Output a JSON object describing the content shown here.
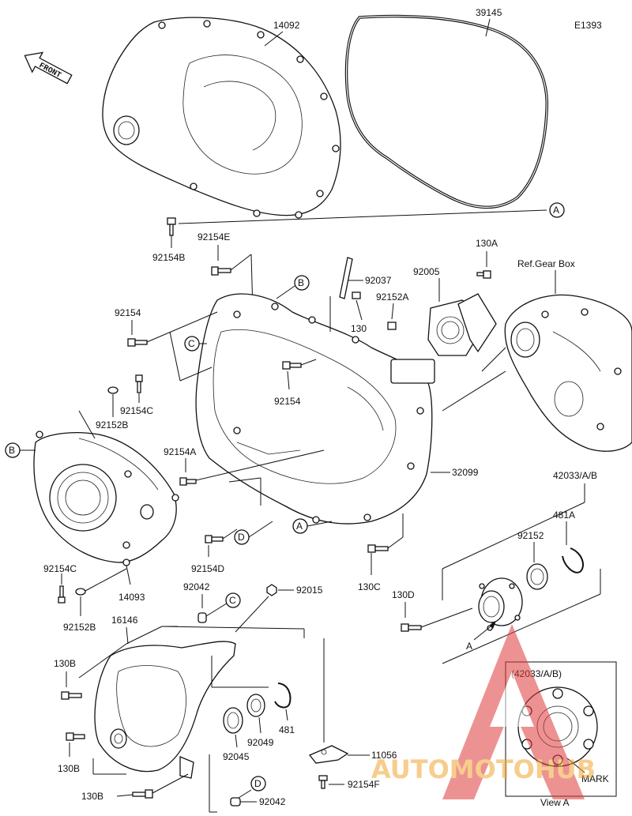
{
  "diagram_code": "E1393",
  "front_label": "FRONT",
  "ref_gear_box": "Ref.Gear Box",
  "view_caption": "View A",
  "inset_label": "(42033/A/B)",
  "mark_label": "MARK",
  "watermark": "AUTOMOTOHUB",
  "parts": {
    "p14092": "14092",
    "p39145": "39145",
    "p92154B": "92154B",
    "p92154E": "92154E",
    "p92037": "92037",
    "p92005": "92005",
    "p130A": "130A",
    "p92152A": "92152A",
    "p130": "130",
    "p92154_a": "92154",
    "p92154_b": "92154",
    "p92154C_a": "92154C",
    "p92152B_a": "92152B",
    "p92154A": "92154A",
    "p32099": "32099",
    "p42033": "42033/A/B",
    "p481A": "481A",
    "p92152": "92152",
    "p92154D": "92154D",
    "p130C": "130C",
    "p130D": "130D",
    "p92154C_b": "92154C",
    "p92152B_b": "92152B",
    "p14093": "14093",
    "p92042_a": "92042",
    "p92015": "92015",
    "p16146": "16146",
    "p130B_a": "130B",
    "p130B_b": "130B",
    "p130B_c": "130B",
    "p92045": "92045",
    "p92049": "92049",
    "p481": "481",
    "p11056": "11056",
    "p92154F": "92154F",
    "p92042_b": "92042"
  },
  "callouts": {
    "A1": "A",
    "A2": "A",
    "A3": "A",
    "B1": "B",
    "B2": "B",
    "C1": "C",
    "C2": "C",
    "D1": "D",
    "D2": "D"
  }
}
